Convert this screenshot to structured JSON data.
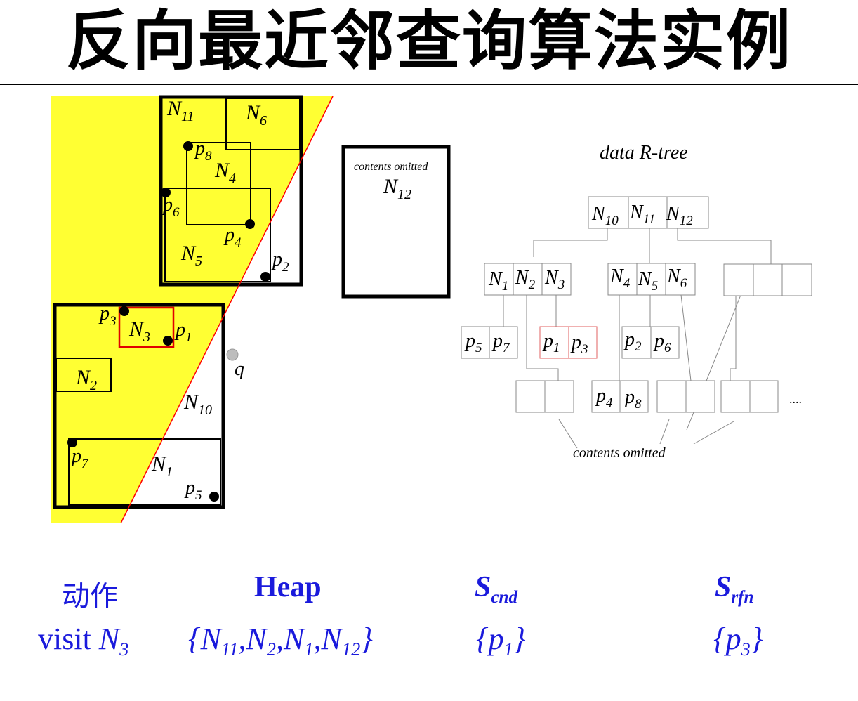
{
  "title": "反向最近邻查询算法实例",
  "spatial": {
    "labels": {
      "N11": [
        "N",
        "11"
      ],
      "N6": [
        "N",
        "6"
      ],
      "N4": [
        "N",
        "4"
      ],
      "N5": [
        "N",
        "5"
      ],
      "N3": [
        "N",
        "3"
      ],
      "N2": [
        "N",
        "2"
      ],
      "N10": [
        "N",
        "10"
      ],
      "N1": [
        "N",
        "1"
      ],
      "N12": [
        "N",
        "12"
      ],
      "p8": [
        "p",
        "8"
      ],
      "p6": [
        "p",
        "6"
      ],
      "p4": [
        "p",
        "4"
      ],
      "p2": [
        "p",
        "2"
      ],
      "p3": [
        "p",
        "3"
      ],
      "p1": [
        "p",
        "1"
      ],
      "p7": [
        "p",
        "7"
      ],
      "p5": [
        "p",
        "5"
      ],
      "q": "q"
    },
    "n12_note": "contents omitted"
  },
  "rtree": {
    "title": "data R-tree",
    "root": [
      [
        "N",
        "10"
      ],
      [
        "N",
        "11"
      ],
      [
        "N",
        "12"
      ]
    ],
    "level1": [
      [
        [
          "N",
          "1"
        ],
        [
          "N",
          "2"
        ],
        [
          "N",
          "3"
        ]
      ],
      [
        [
          "N",
          "4"
        ],
        [
          "N",
          "5"
        ],
        [
          "N",
          "6"
        ]
      ],
      [
        [
          "",
          ""
        ],
        [
          "",
          ""
        ],
        [
          "",
          ""
        ]
      ]
    ],
    "leaves_row1": [
      [
        [
          "p",
          "5"
        ],
        [
          "p",
          "7"
        ]
      ],
      [
        [
          "p",
          "1"
        ],
        [
          "p",
          "3"
        ]
      ],
      [
        [
          "p",
          "2"
        ],
        [
          "p",
          "6"
        ]
      ]
    ],
    "leaves_row2": [
      [
        [
          "",
          ""
        ],
        [
          "",
          ""
        ]
      ],
      [
        [
          "p",
          "4"
        ],
        [
          "p",
          "8"
        ]
      ],
      [
        [
          "",
          ""
        ],
        [
          "",
          ""
        ]
      ],
      [
        [
          "",
          ""
        ],
        [
          "",
          ""
        ]
      ]
    ],
    "ellipsis": "....",
    "omitted_label": "contents omitted"
  },
  "table": {
    "headers": {
      "action": "动作",
      "heap": "Heap",
      "scnd": {
        "main": "S",
        "sub": "cnd"
      },
      "srfn": {
        "main": "S",
        "sub": "rfn"
      }
    },
    "row": {
      "action": {
        "verb": "visit",
        "node": "N",
        "sub": "3"
      },
      "heap": [
        {
          "main": "N",
          "sub": "11"
        },
        {
          "main": "N",
          "sub": "2"
        },
        {
          "main": "N",
          "sub": "1"
        },
        {
          "main": "N",
          "sub": "12"
        }
      ],
      "scnd": [
        {
          "main": "p",
          "sub": "1"
        }
      ],
      "srfn": [
        {
          "main": "p",
          "sub": "3"
        }
      ]
    }
  },
  "colors": {
    "yellow": "#ffff33",
    "red": "#ff0000",
    "blue": "#1a1adc",
    "gray_point": "#bdbdbd",
    "grid": "#888888"
  }
}
